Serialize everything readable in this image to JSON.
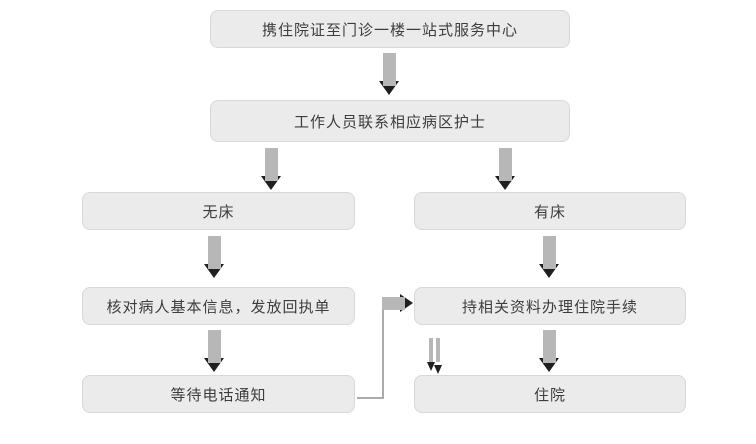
{
  "flowchart": {
    "nodes": {
      "step1": "携住院证至门诊一楼一站式服务中心",
      "step2": "工作人员联系相应病区护士",
      "no_bed": "无床",
      "has_bed": "有床",
      "verify": "核对病人基本信息，发放回执单",
      "procedure": "持相关资料办理住院手续",
      "wait": "等待电话通知",
      "admit": "住院"
    },
    "edges": [
      {
        "from": "step1",
        "to": "step2"
      },
      {
        "from": "step2",
        "to": "no_bed"
      },
      {
        "from": "step2",
        "to": "has_bed"
      },
      {
        "from": "no_bed",
        "to": "verify"
      },
      {
        "from": "has_bed",
        "to": "procedure"
      },
      {
        "from": "verify",
        "to": "wait"
      },
      {
        "from": "procedure",
        "to": "admit"
      },
      {
        "from": "wait",
        "to": "procedure"
      }
    ],
    "colors": {
      "background": "#ffffff",
      "box_fill": "#ebebeb",
      "box_border": "#d8d8d8",
      "box_shadow": "#c6c6c6",
      "arrow_shaft": "#b7b7b7",
      "arrow_head": "#1f1f1f",
      "connector": "#ababab",
      "text": "#3d3d3d"
    }
  }
}
